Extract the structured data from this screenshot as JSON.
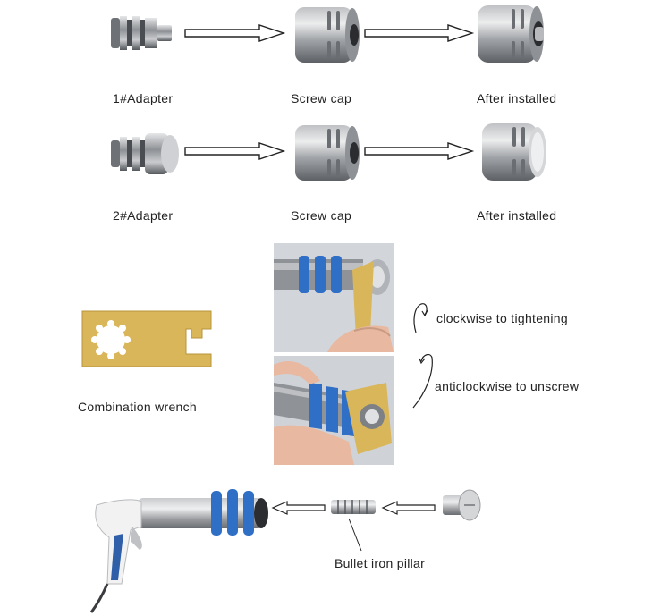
{
  "row1": {
    "adapter_label": "1#Adapter",
    "cap_label": "Screw cap",
    "installed_label": "After installed"
  },
  "row2": {
    "adapter_label": "2#Adapter",
    "cap_label": "Screw cap",
    "installed_label": "After installed"
  },
  "wrench": {
    "label": "Combination wrench"
  },
  "instructions": {
    "tighten": "clockwise to tightening",
    "unscrew": "anticlockwise to unscrew"
  },
  "assembly": {
    "pillar_label": "Bullet iron pillar"
  },
  "colors": {
    "metal": "#9a9c9f",
    "accent_blue": "#2f6fc6",
    "wrench_yellow": "#d9b65a"
  }
}
